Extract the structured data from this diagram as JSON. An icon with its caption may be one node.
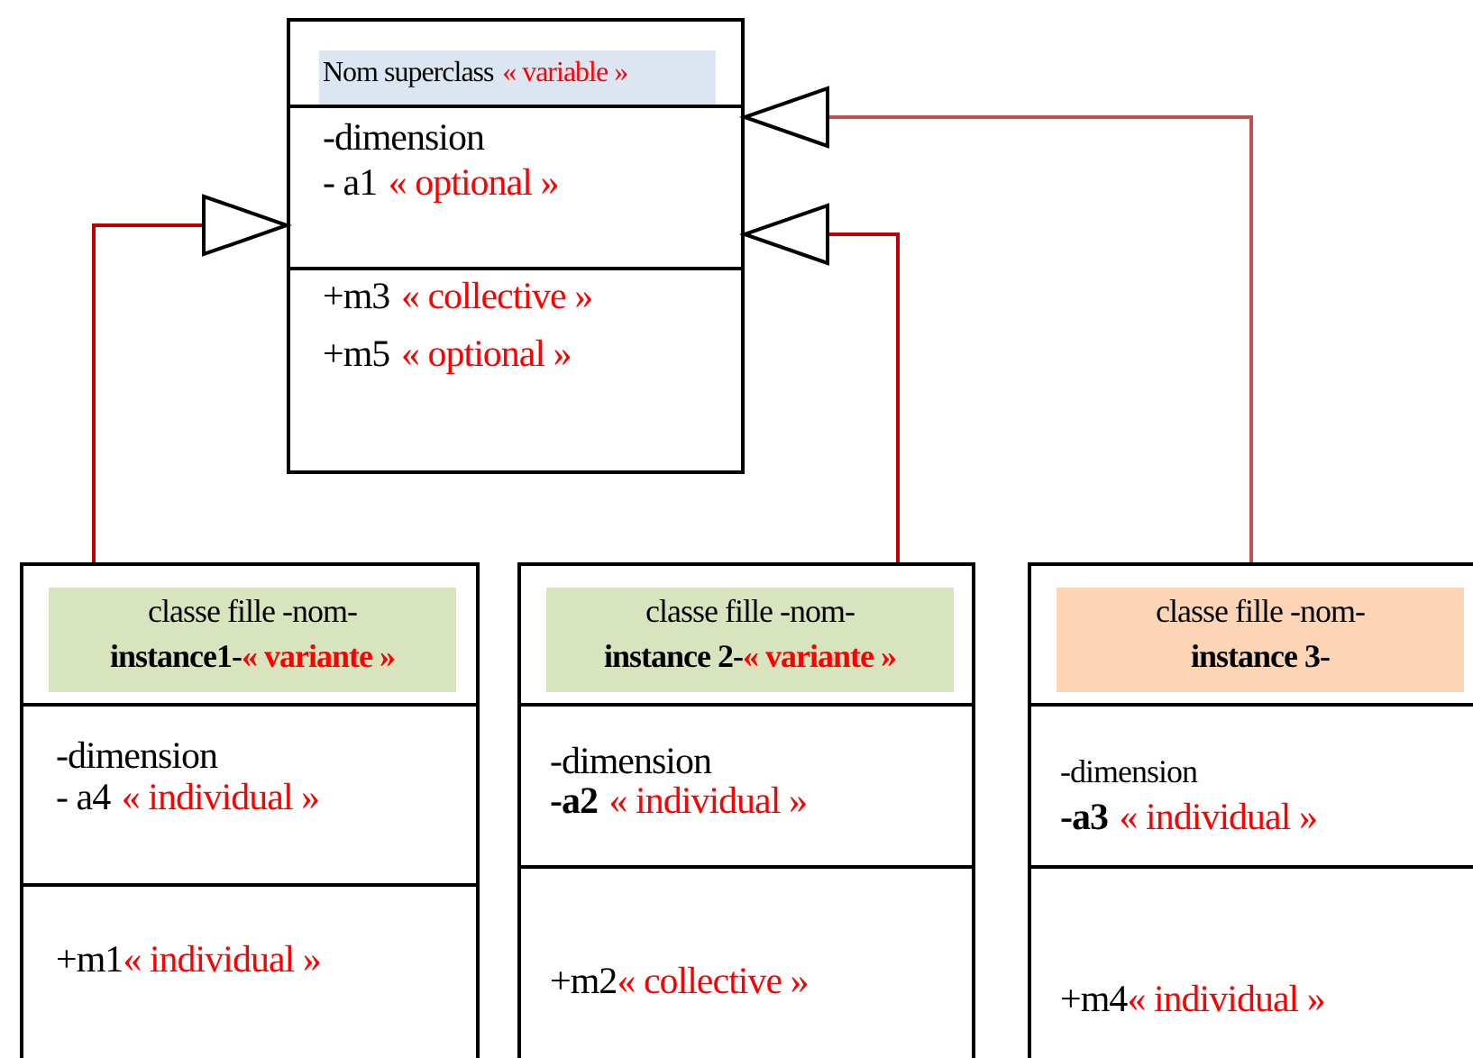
{
  "diagram": {
    "nodes": [
      {
        "text": [
          "Nom superclass",
          "« variable »",
          "-dimension",
          "- a1",
          "« optional »",
          "+m3",
          "« collective »",
          "+m5",
          "« optional »"
        ]
      },
      {
        "text": [
          "classe fille -nom-",
          "instance1-",
          "« variante »",
          "-dimension",
          "- a4",
          "« individual »",
          "+m1",
          "« individual »"
        ]
      },
      {
        "text": [
          "classe fille -nom-",
          "instance 2-",
          "« variante »",
          "-dimension",
          "-a2",
          "« individual »",
          "+m2",
          "« collective »"
        ]
      },
      {
        "text": [
          "classe fille -nom-",
          "instance 3-",
          "-dimension",
          "-a3",
          "« individual »",
          "+m4",
          "« individual »"
        ]
      }
    ],
    "edges": [
      {
        "from": 1,
        "to": 0,
        "arrow": "to"
      },
      {
        "from": 2,
        "to": 0,
        "arrow": "to"
      },
      {
        "from": 3,
        "to": 0,
        "arrow": "to",
        "color": "#c0504d"
      }
    ]
  }
}
